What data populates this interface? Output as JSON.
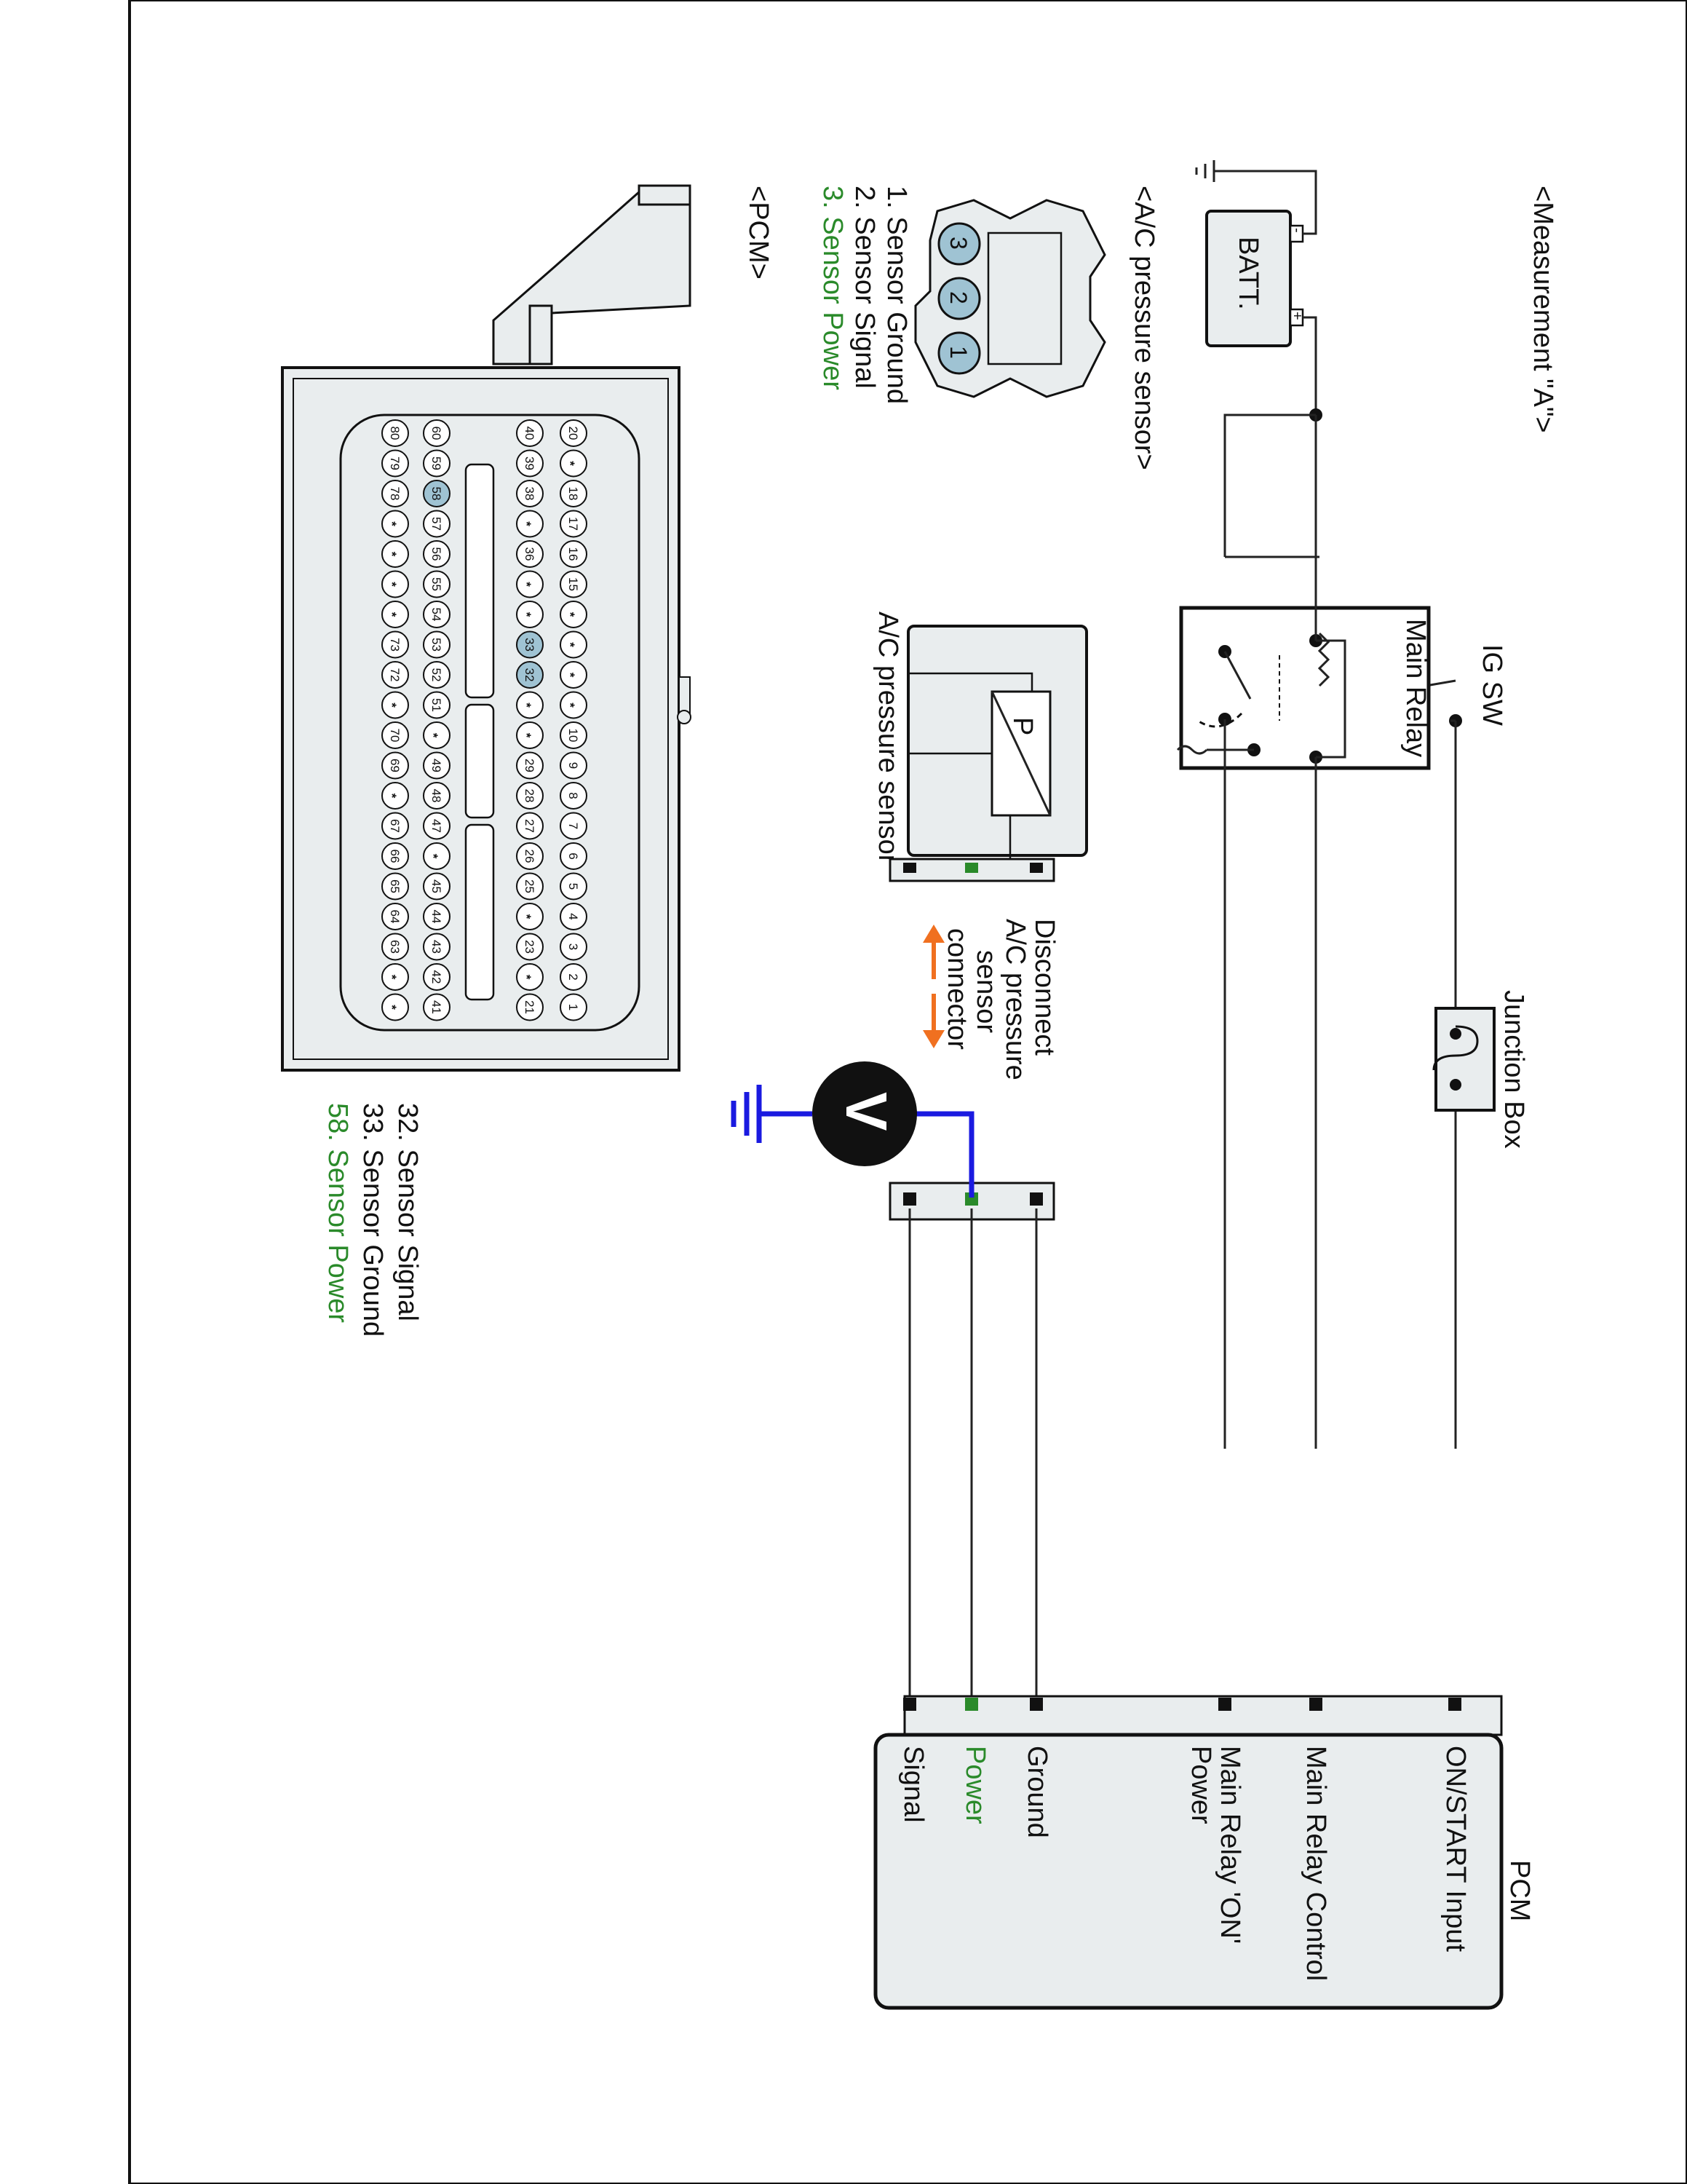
{
  "page": {
    "measurement_title": "<Measurement \"A\">",
    "battery_label": "BATT.",
    "battery_minus": "-",
    "battery_plus": "+",
    "ig_sw_label": "IG SW",
    "main_relay_label": "Main Relay",
    "junction_box_label": "Junction Box",
    "sensor_box_label": "A/C pressure sensor",
    "sensor_symbol": "P",
    "disconnect_lines": [
      "Disconnect",
      "A/C pressure",
      "sensor",
      "connector"
    ],
    "voltmeter_symbol": "V"
  },
  "pcm_block": {
    "title": "PCM",
    "terminals": [
      "ON/START Input",
      "Main Relay Control",
      "Main Relay 'ON'",
      "Power",
      "Ground",
      "Power",
      "Signal"
    ]
  },
  "ac_connector": {
    "header": "<A/C pressure sensor>",
    "pins": [
      "3",
      "2",
      "1"
    ],
    "legend": [
      "1. Sensor Ground",
      "2. Sensor Signal",
      "3. Sensor Power"
    ]
  },
  "pcm_connector": {
    "header": "<PCM>",
    "row1": [
      "20",
      "*",
      "18",
      "17",
      "16",
      "15",
      "*",
      "*",
      "*",
      "*",
      "10",
      "9",
      "8",
      "7",
      "6",
      "5",
      "4",
      "3",
      "2",
      "1"
    ],
    "row2": [
      "40",
      "39",
      "38",
      "*",
      "36",
      "*",
      "*",
      "33",
      "32",
      "*",
      "*",
      "29",
      "28",
      "27",
      "26",
      "25",
      "*",
      "23",
      "*",
      "21"
    ],
    "row3": [
      "60",
      "59",
      "58",
      "57",
      "56",
      "55",
      "54",
      "53",
      "52",
      "51",
      "*",
      "49",
      "48",
      "47",
      "*",
      "45",
      "44",
      "43",
      "42",
      "41"
    ],
    "row4": [
      "80",
      "79",
      "78",
      "*",
      "*",
      "*",
      "*",
      "73",
      "72",
      "*",
      "70",
      "69",
      "*",
      "67",
      "66",
      "65",
      "64",
      "63",
      "*",
      "*"
    ],
    "highlighted": [
      "58",
      "33",
      "32"
    ],
    "legend": [
      "32. Sensor Signal",
      "33. Sensor Ground",
      "58. Sensor Power"
    ]
  },
  "colors": {
    "highlight_green": "#2a8a2a",
    "arrow_orange": "#f07020",
    "probe_blue": "#1a1ae0",
    "pin_highlight": "#9fc3d3",
    "box_fill": "#e9edee"
  }
}
